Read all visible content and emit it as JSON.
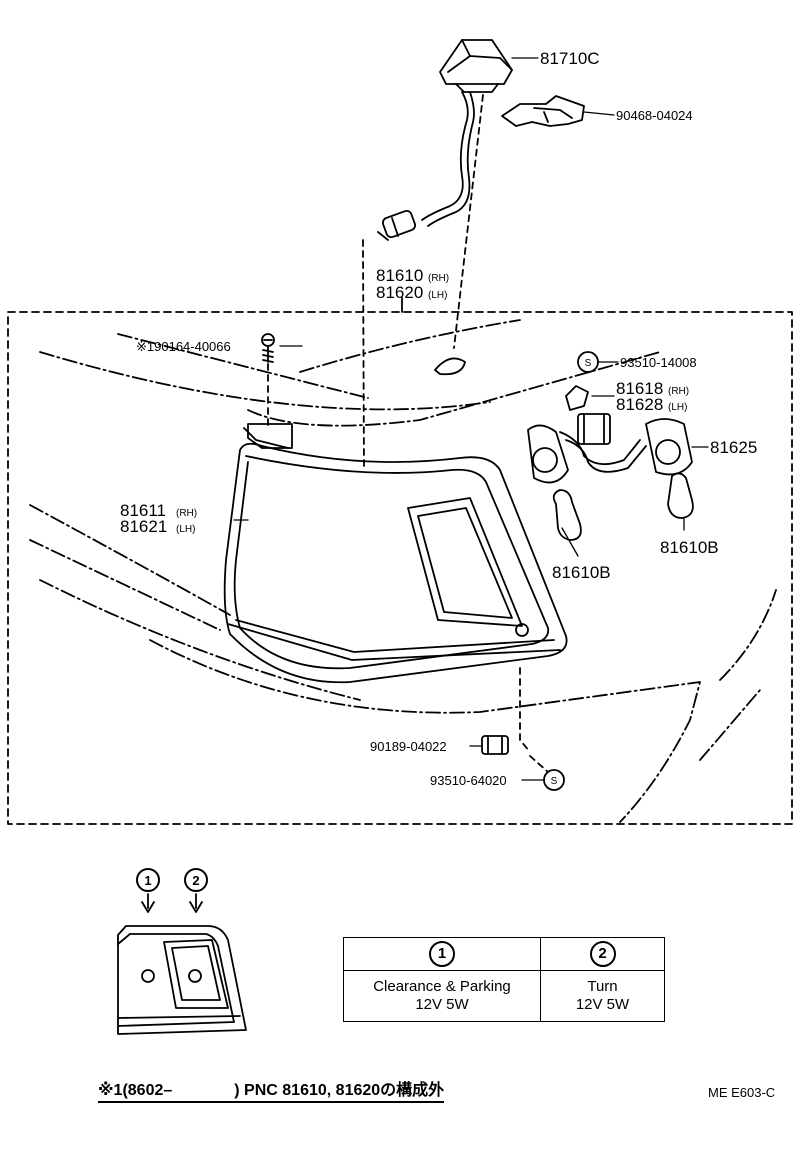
{
  "parts": {
    "p81710C": "81710C",
    "p90468": "90468-04024",
    "p81610": "81610",
    "p81620": "81620",
    "rh": "(RH)",
    "lh": "(LH)",
    "p90164": "※190164-40066",
    "p93510_14008": "93510-14008",
    "p81618": "81618",
    "p81628": "81628",
    "p81625": "81625",
    "p81611": "81611",
    "p81621": "81621",
    "p81610B": "81610B",
    "p90189": "90189-04022",
    "p93510_64020": "93510-64020",
    "s_mark": "S"
  },
  "legend": {
    "marker_1": "1",
    "marker_2": "2",
    "col1_line1": "Clearance & Parking",
    "col1_line2": "12V 5W",
    "col2_line1": "Turn",
    "col2_line2": "12V 5W"
  },
  "footnote": {
    "prefix": "※1(8602–",
    "suffix": ") PNC 81610, 81620の構成外"
  },
  "drawing_code": "ME  E603-C"
}
